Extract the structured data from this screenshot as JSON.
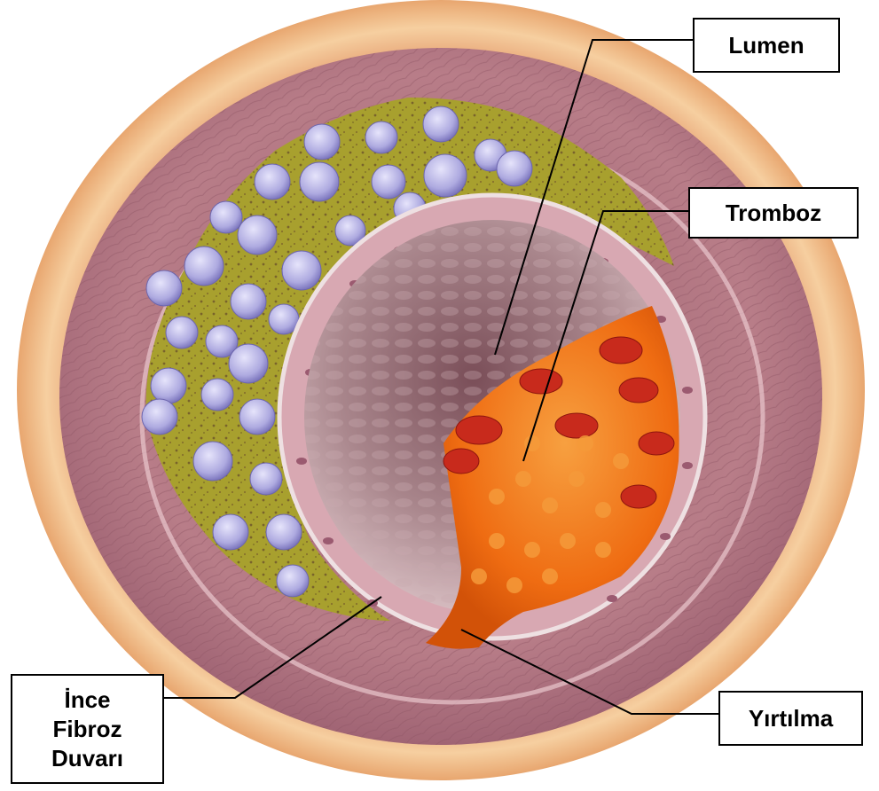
{
  "labels": {
    "lumen": "Lumen",
    "tromboz": "Tromboz",
    "yirtilma": "Yırtılma",
    "ince_line1": "İnce",
    "ince_line2": "Fibroz",
    "ince_line3": "Duvarı"
  },
  "colors": {
    "adventitia": "#f2c28e",
    "media": "#b4737f",
    "plaque": "#a3a032",
    "foam_cell": "#b9b6e8",
    "lumen_wall": "#d8a8b2",
    "lumen_interior": "#a37c82",
    "thrombus": "#f0701a",
    "red_cell": "#c92b1c",
    "leader_line": "#000000"
  }
}
